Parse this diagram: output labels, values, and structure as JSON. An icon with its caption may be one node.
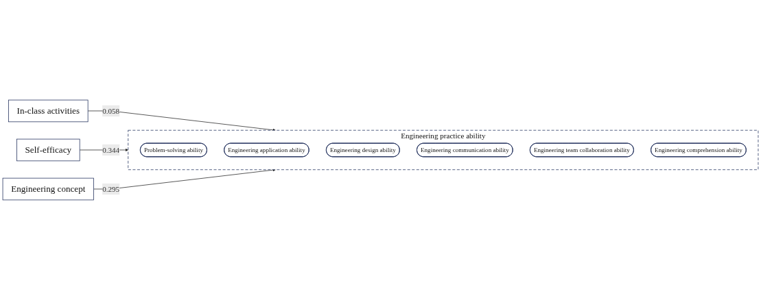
{
  "diagram": {
    "nodes": [
      {
        "text": [
          "In-class activities"
        ]
      },
      {
        "text": [
          "Self-efficacy"
        ]
      },
      {
        "text": [
          "Engineering concept"
        ]
      },
      {
        "text": [
          "Engineering practice ability"
        ]
      },
      {
        "text": [
          "Problem-solving ability"
        ],
        "in": 3
      },
      {
        "text": [
          "Engineering application ability"
        ],
        "in": 3
      },
      {
        "text": [
          "Engineering design ability"
        ],
        "in": 3
      },
      {
        "text": [
          "Engineering communication ability"
        ],
        "in": 3
      },
      {
        "text": [
          "Engineering team collaboration ability"
        ],
        "in": 3
      },
      {
        "text": [
          "Engineering comprehension ability"
        ],
        "in": 3
      }
    ],
    "edges": [
      {
        "from": 0,
        "to": 3,
        "arrow": "to",
        "label": "0.058"
      },
      {
        "from": 1,
        "to": 3,
        "arrow": "to",
        "label": "0.344"
      },
      {
        "from": 2,
        "to": 3,
        "arrow": "to",
        "label": "0.295"
      }
    ]
  }
}
